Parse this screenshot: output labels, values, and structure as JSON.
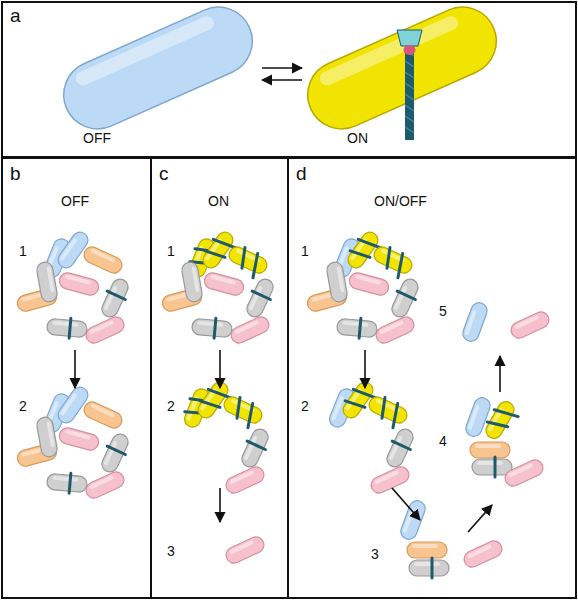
{
  "diagram": {
    "nodes": [
      {
        "text": [
          "a",
          "OFF",
          "ON"
        ]
      },
      {
        "text": [
          "b",
          "OFF",
          "1",
          "2"
        ]
      },
      {
        "text": [
          "c",
          "ON",
          "1",
          "2",
          "3"
        ]
      },
      {
        "text": [
          "d",
          "ON/OFF",
          "1",
          "2",
          "3",
          "4",
          "5"
        ]
      }
    ]
  }
}
